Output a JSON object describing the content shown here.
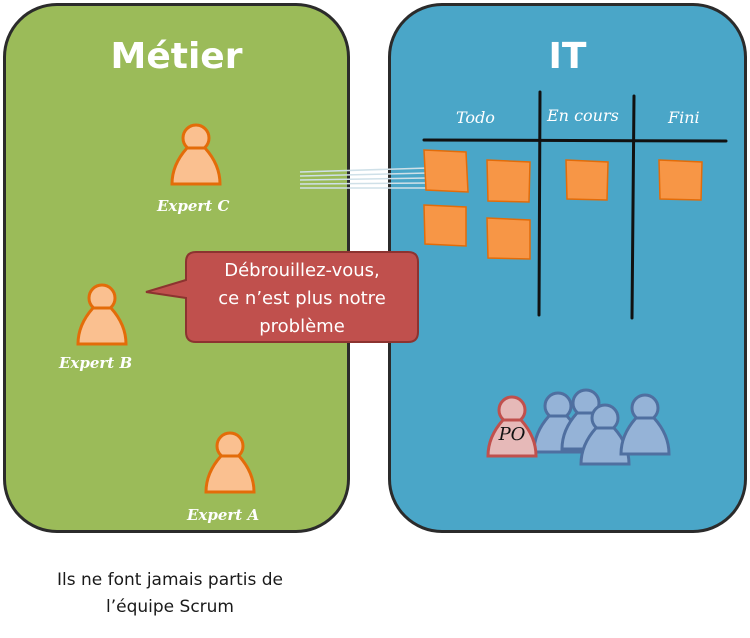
{
  "metier": {
    "title": "Métier",
    "color": "#9bbb59"
  },
  "it": {
    "title": "IT",
    "color": "#4aa6c8"
  },
  "experts": {
    "c": {
      "label": "Expert C"
    },
    "b": {
      "label": "Expert B"
    },
    "a": {
      "label": "Expert A"
    }
  },
  "board": {
    "columns": [
      "Todo",
      "En cours",
      "Fini"
    ]
  },
  "bubble": {
    "lines": [
      "Débrouillez-vous,",
      "ce n’est plus notre",
      "problème"
    ],
    "color": "#c0504d"
  },
  "team": {
    "po_label": "PO"
  },
  "caption": {
    "lines": [
      "Ils ne font jamais partis  de",
      "l’équipe Scrum"
    ]
  }
}
